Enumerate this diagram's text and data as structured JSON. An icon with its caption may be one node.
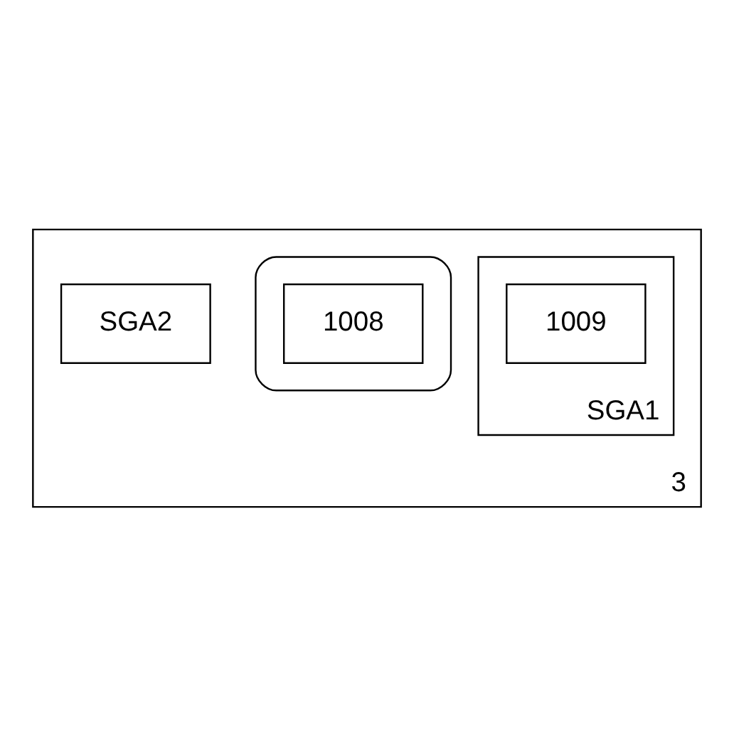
{
  "diagram": {
    "nodes": [
      {
        "text": [
          "3"
        ]
      },
      {
        "text": [
          "SGA1"
        ],
        "in": 0
      },
      {
        "text": [
          "1009"
        ],
        "in": 1
      },
      {
        "text": [
          "SGA2"
        ],
        "in": 0
      },
      {
        "text": [],
        "shape": "cylinder",
        "in": 0
      },
      {
        "text": [
          "1008"
        ],
        "in": 4
      }
    ]
  }
}
